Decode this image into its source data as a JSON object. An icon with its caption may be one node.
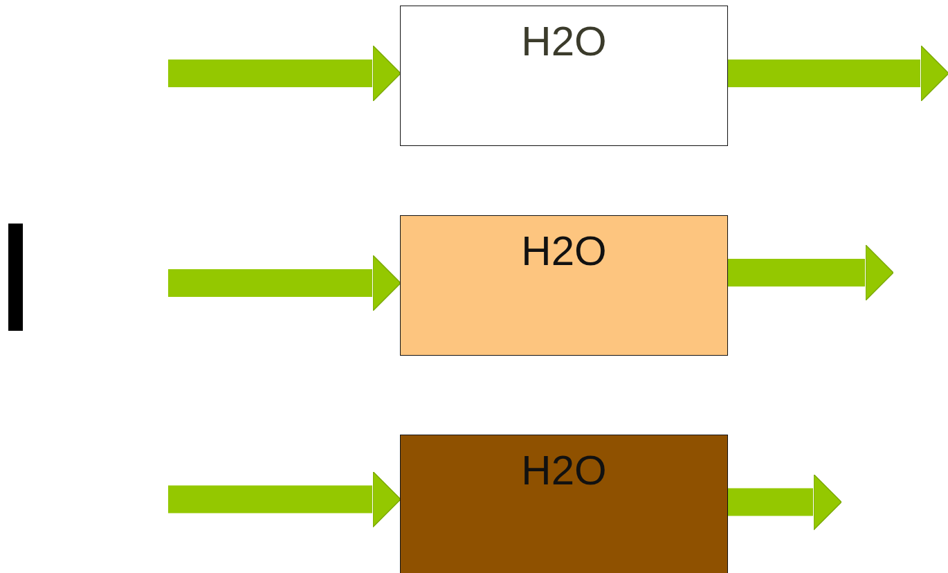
{
  "diagram": {
    "nodes": [
      {
        "text": [
          "H2O"
        ]
      },
      {
        "text": [
          "H2O"
        ]
      },
      {
        "text": [
          "H2O"
        ]
      },
      {
        "text": [],
        "shape": "bar"
      }
    ],
    "edges": [
      {
        "from": null,
        "to": 0,
        "arrow": "to"
      },
      {
        "from": 0,
        "to": null,
        "arrow": "to"
      },
      {
        "from": null,
        "to": 1,
        "arrow": "to"
      },
      {
        "from": 1,
        "to": null,
        "arrow": "to"
      },
      {
        "from": null,
        "to": 2,
        "arrow": "to"
      },
      {
        "from": 2,
        "to": null,
        "arrow": "to"
      }
    ]
  }
}
